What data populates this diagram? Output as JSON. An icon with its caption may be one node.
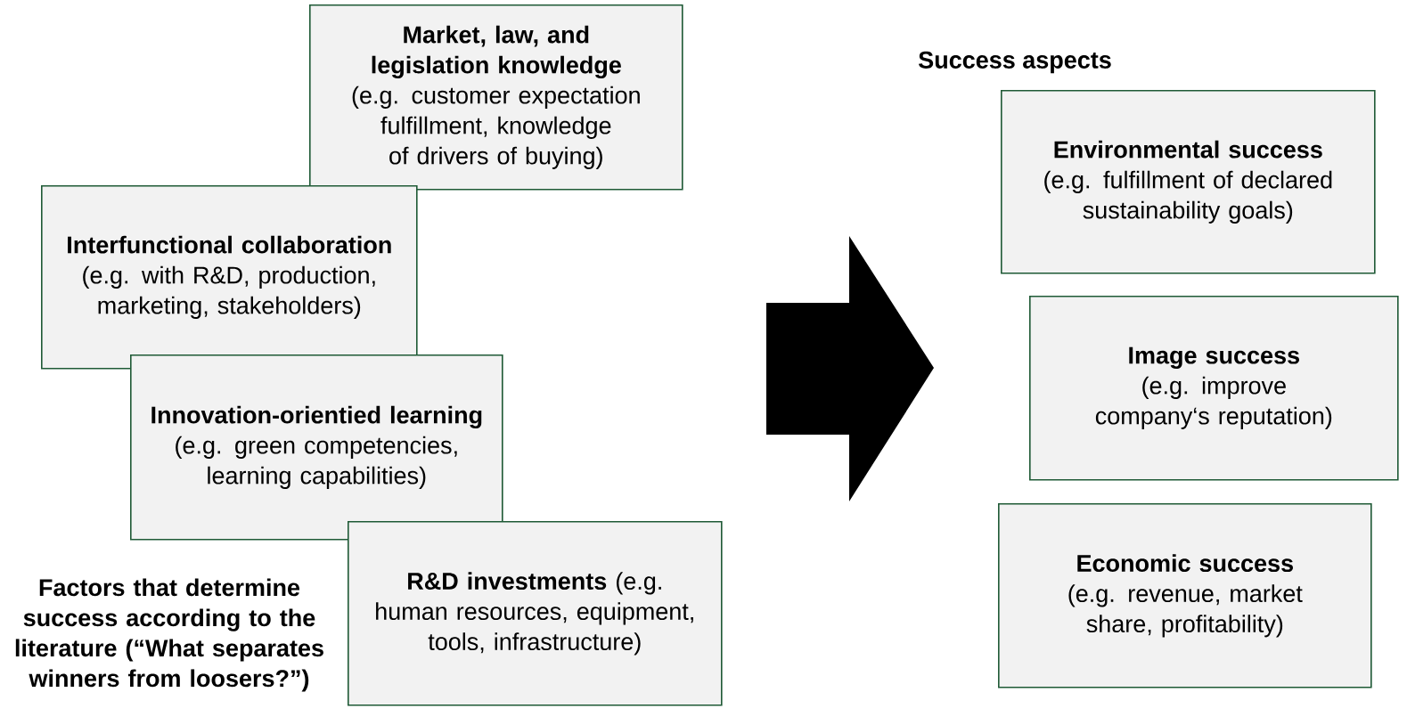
{
  "diagram": {
    "nodes": [
      {
        "text": [
          "Market, law, and legislation knowledge",
          "(e.g. customer expectation fulfillment, knowledge of drivers of buying)"
        ]
      },
      {
        "text": [
          "Interfunctional collaboration",
          "(e.g. with R&D, production, marketing, stakeholders)"
        ]
      },
      {
        "text": [
          "**Innovation-orientied learning** (e.g. green competencies, learning capabilities)"
        ]
      },
      {
        "text": [
          "**R&D investments** (e.g. human resources, equipment, tools, infrastructure)"
        ]
      },
      {
        "text": [
          "Environmental success",
          "(e.g. fulfillment of declared sustainability goals)"
        ]
      },
      {
        "text": [
          "Image success",
          "(e.g. improve company‘s reputation)"
        ]
      },
      {
        "text": [
          "Economic success",
          "(e.g. revenue, market share, profitability)"
        ]
      }
    ],
    "labels": [
      "Success aspects",
      "Factors that determine success according to the literature (“What separates winners from loosers?”)"
    ]
  }
}
